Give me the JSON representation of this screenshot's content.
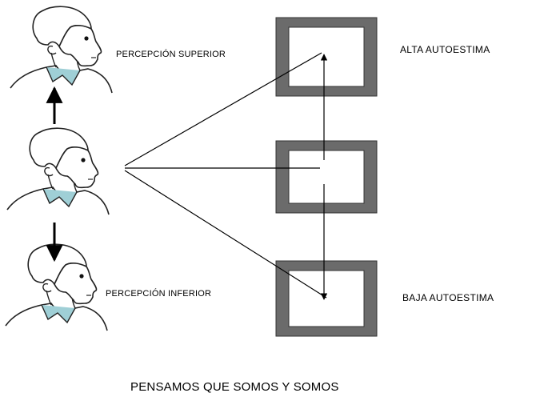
{
  "labels": {
    "perception_superior": "PERCEPCIÓN SUPERIOR",
    "perception_inferior": "PERCEPCIÓN INFERIOR",
    "high_self_esteem": "ALTA AUTOESTIMA",
    "low_self_esteem": "BAJA AUTOESTIMA",
    "caption": "PENSAMOS QUE SOMOS Y SOMOS"
  },
  "colors": {
    "frame_outer": "#6b6b6b",
    "frame_inner": "#ffffff",
    "line": "#000000"
  },
  "icons": [
    "person-head-icon"
  ]
}
